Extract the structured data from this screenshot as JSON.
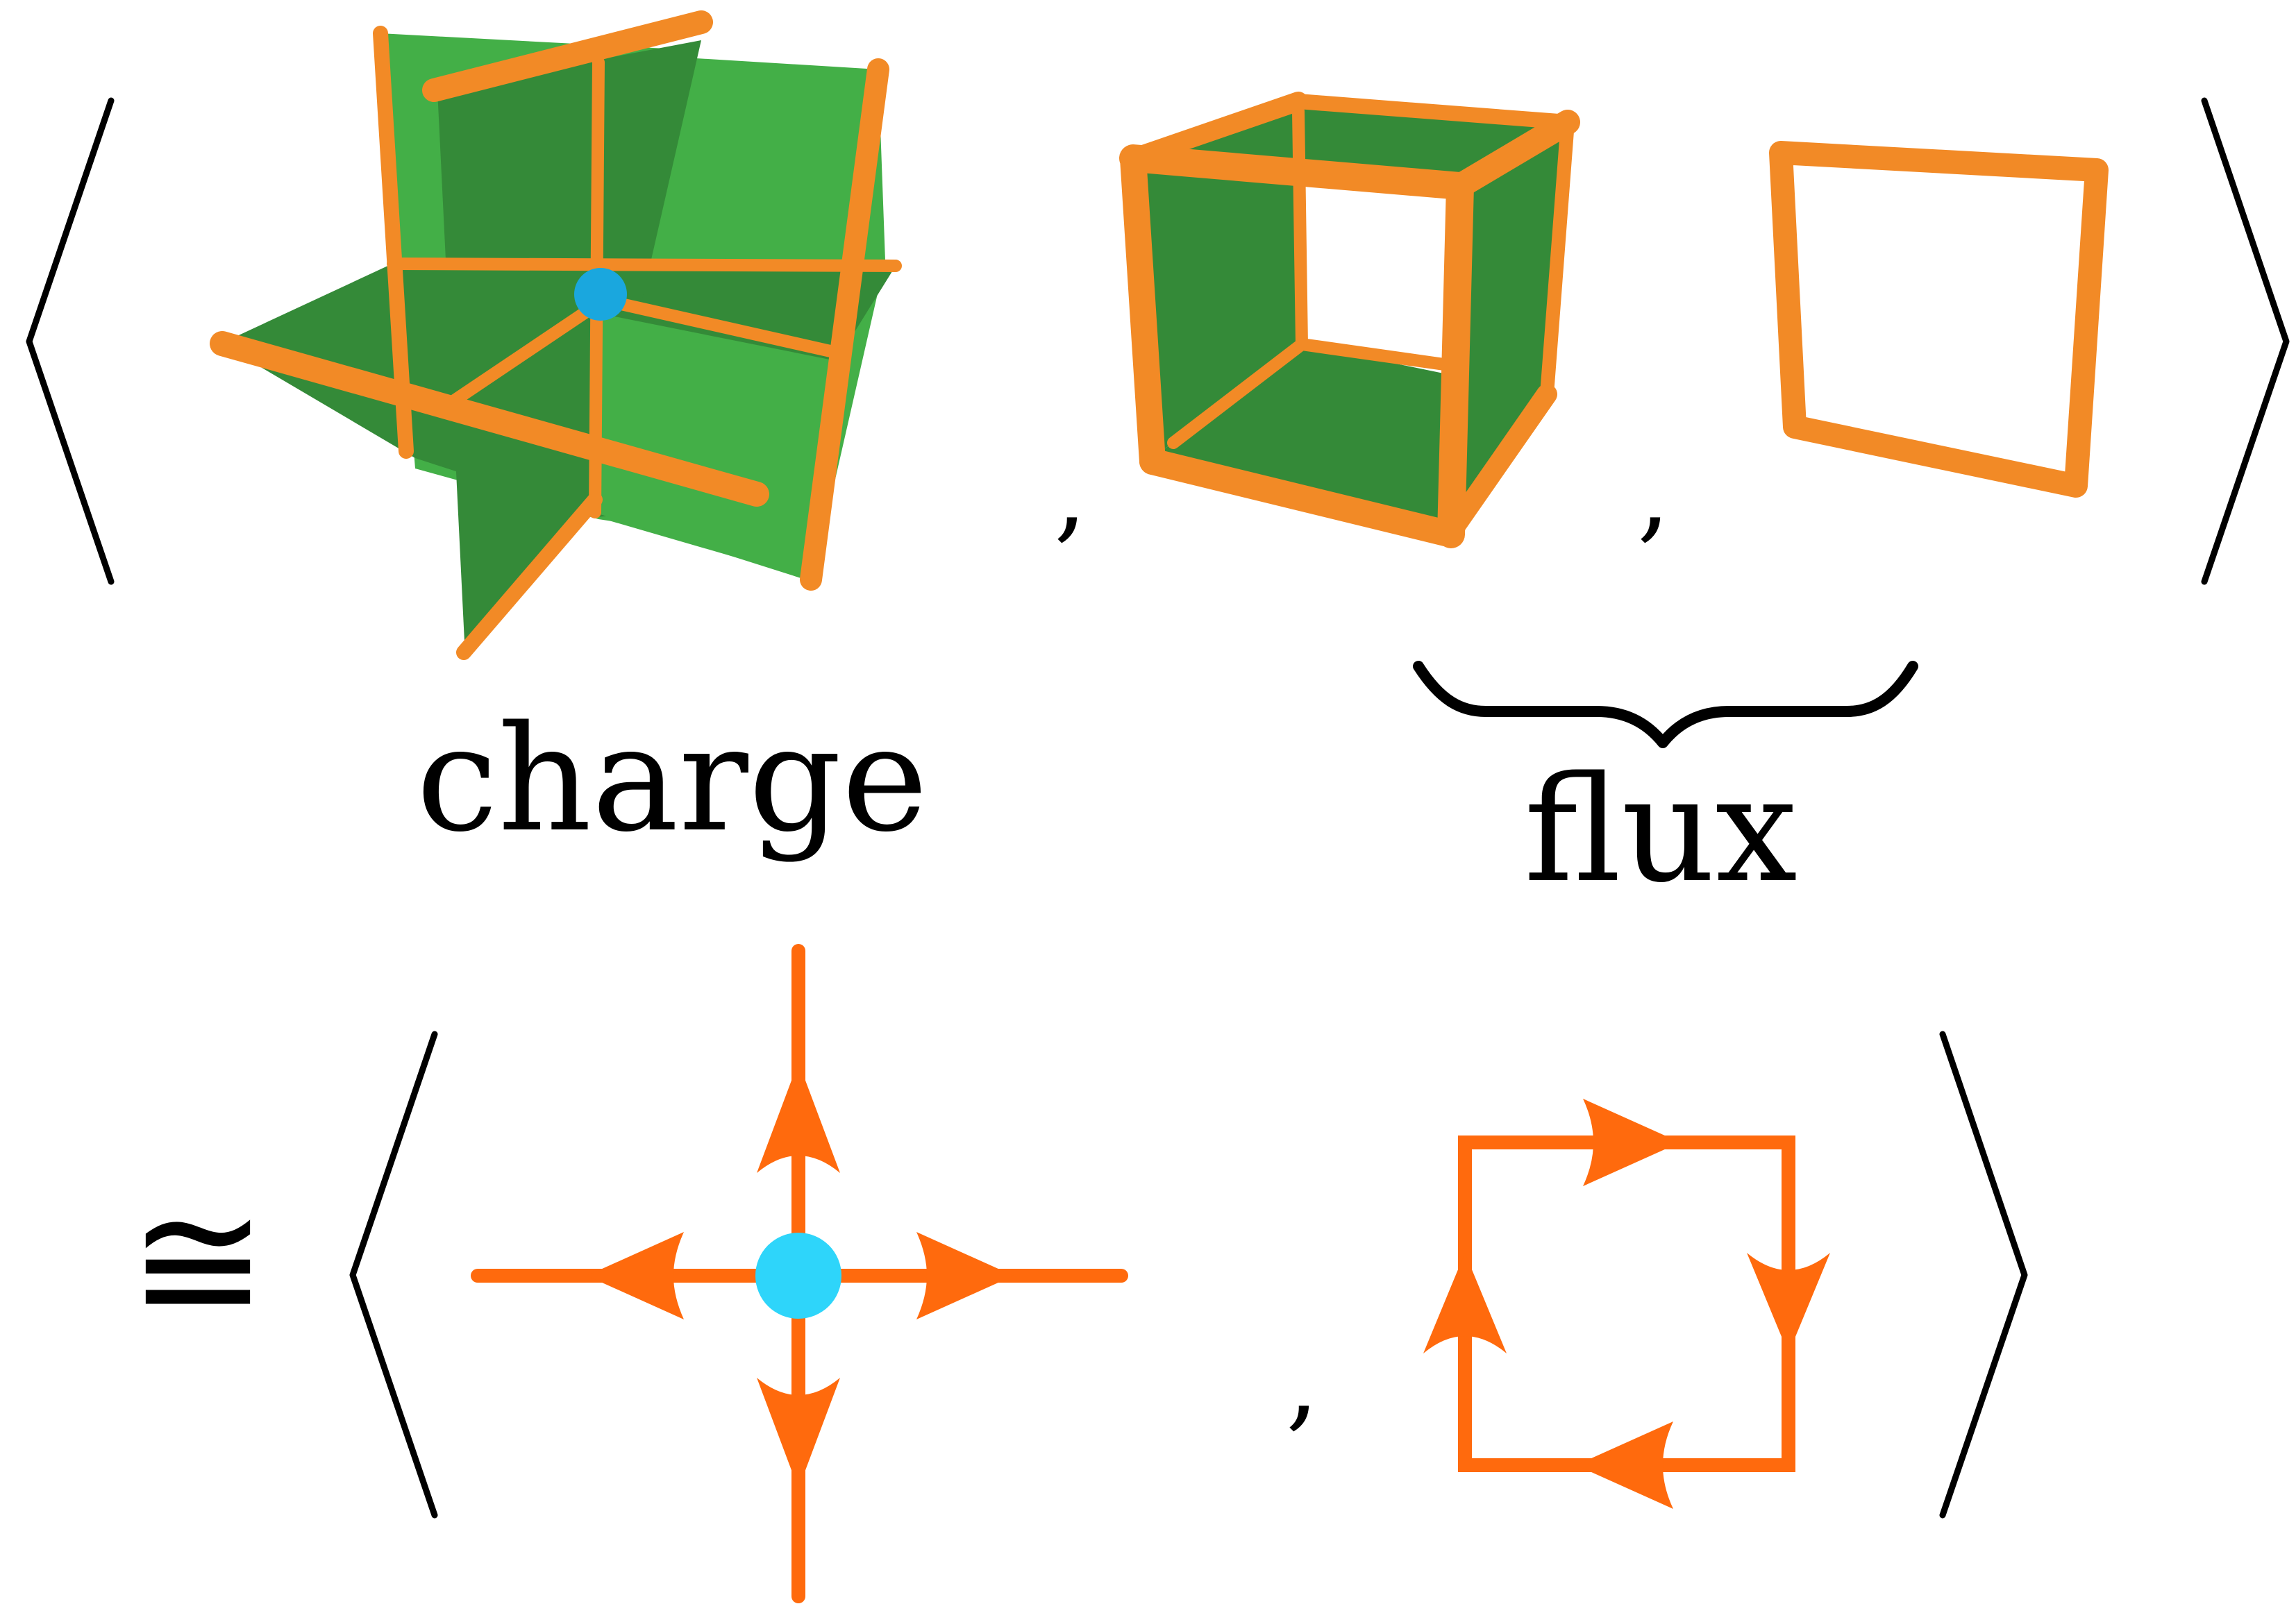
{
  "labels": {
    "charge": "charge",
    "flux": "flux",
    "comma": ",",
    "equiv": "≅"
  },
  "colors": {
    "rod": "#F28A26",
    "rod_dark": "#C5641A",
    "face_light": "#43AF47",
    "face_dark": "#348A38",
    "charge_3d": "#1AA7DE",
    "arrow_line": "#FF6A0D",
    "charge_2d": "#2ED5FA",
    "bracket": "#000000"
  },
  "icons": {
    "left_bracket": "left-angle-bracket",
    "right_bracket": "right-angle-bracket",
    "brace": "underbrace",
    "charge_3d": "cross-of-membranes-with-charge",
    "flux_cube": "cube-with-green-faces",
    "flux_loop": "square-loop",
    "charge_2d": "vertex-with-four-outgoing-arrows",
    "flux_2d": "clockwise-square-loop"
  }
}
